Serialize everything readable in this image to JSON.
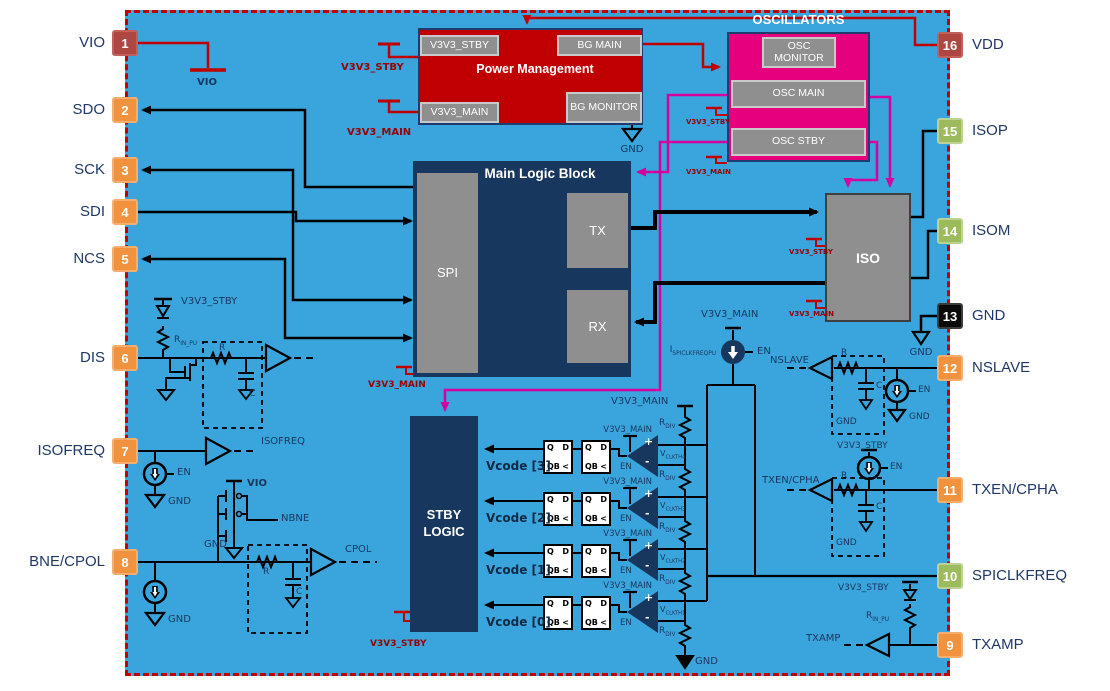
{
  "pins": {
    "left": [
      {
        "num": "1",
        "label": "VIO"
      },
      {
        "num": "2",
        "label": "SDO"
      },
      {
        "num": "3",
        "label": "SCK"
      },
      {
        "num": "4",
        "label": "SDI"
      },
      {
        "num": "5",
        "label": "NCS"
      },
      {
        "num": "6",
        "label": "DIS"
      },
      {
        "num": "7",
        "label": "ISOFREQ"
      },
      {
        "num": "8",
        "label": "BNE/CPOL"
      }
    ],
    "right": [
      {
        "num": "16",
        "label": "VDD"
      },
      {
        "num": "15",
        "label": "ISOP"
      },
      {
        "num": "14",
        "label": "ISOM"
      },
      {
        "num": "13",
        "label": "GND"
      },
      {
        "num": "12",
        "label": "NSLAVE"
      },
      {
        "num": "11",
        "label": "TXEN/CPHA"
      },
      {
        "num": "10",
        "label": "SPICLKFREQ"
      },
      {
        "num": "9",
        "label": "TXAMP"
      }
    ]
  },
  "blocks": {
    "power_management": {
      "title": "Power Management",
      "v3v3_stby": "V3V3_STBY",
      "bg_main": "BG MAIN",
      "v3v3_main": "V3V3_MAIN",
      "bg_monitor": "BG MONITOR"
    },
    "oscillators": {
      "title": "OSCILLATORS",
      "osc_monitor": "OSC MONITOR",
      "osc_main": "OSC MAIN",
      "osc_stby": "OSC STBY"
    },
    "main_logic": {
      "title": "Main Logic Block",
      "spi": "SPI",
      "tx": "TX",
      "rx": "RX"
    },
    "iso": {
      "title": "ISO"
    },
    "stby_logic": {
      "line1": "STBY",
      "line2": "LOGIC"
    }
  },
  "nets": {
    "vio": "VIO",
    "gnd": "GND",
    "en": "EN",
    "v3v3_stby": "V3V3_STBY",
    "v3v3_main": "V3V3_MAIN",
    "nbne": "NBNE",
    "isofreq": "ISOFREQ",
    "cpol": "CPOL",
    "nslave": "NSLAVE",
    "txen_cpha": "TXEN/CPHA",
    "txamp": "TXAMP",
    "r": "R",
    "c": "C"
  },
  "subscripted": {
    "r_in_pu": {
      "base": "R",
      "sub": "IN_PU"
    },
    "r_div": {
      "base": "R",
      "sub": "DIV"
    },
    "i_spiclkfreqpu": {
      "base": "I",
      "sub": "SPICLKFREQPU"
    },
    "vclkth": [
      {
        "base": "V",
        "sub": "CLKTH4"
      },
      {
        "base": "V",
        "sub": "CLKTH3"
      },
      {
        "base": "V",
        "sub": "CLKTH2"
      },
      {
        "base": "V",
        "sub": "CLKTH1"
      }
    ]
  },
  "vcode": {
    "rows": [
      "Vcode [3]",
      "Vcode [2]",
      "Vcode [1]",
      "Vcode [0]"
    ]
  },
  "ff": {
    "q": "Q",
    "d": "D",
    "qb": "QB",
    "clk": "<"
  },
  "comparator": {
    "plus": "+",
    "minus": "-"
  },
  "colors": {
    "chip_bg": "#3AA5DC",
    "chip_border": "#C00000",
    "pm_red": "#C00000",
    "oscillator_magenta": "#E6007E",
    "navy": "#17375E",
    "block_gray": "#8F8F8F",
    "wire_magenta": "#D6009E",
    "wire_red": "#C00000",
    "pin_orange": "#F0923E",
    "pin_green": "#9CBB5C",
    "pin_red": "#AE4742",
    "pin_black": "#0A0A0A",
    "label_navy": "#1F3864",
    "label_dark_red": "#990000",
    "arrow_blue": "#45AFE4"
  }
}
